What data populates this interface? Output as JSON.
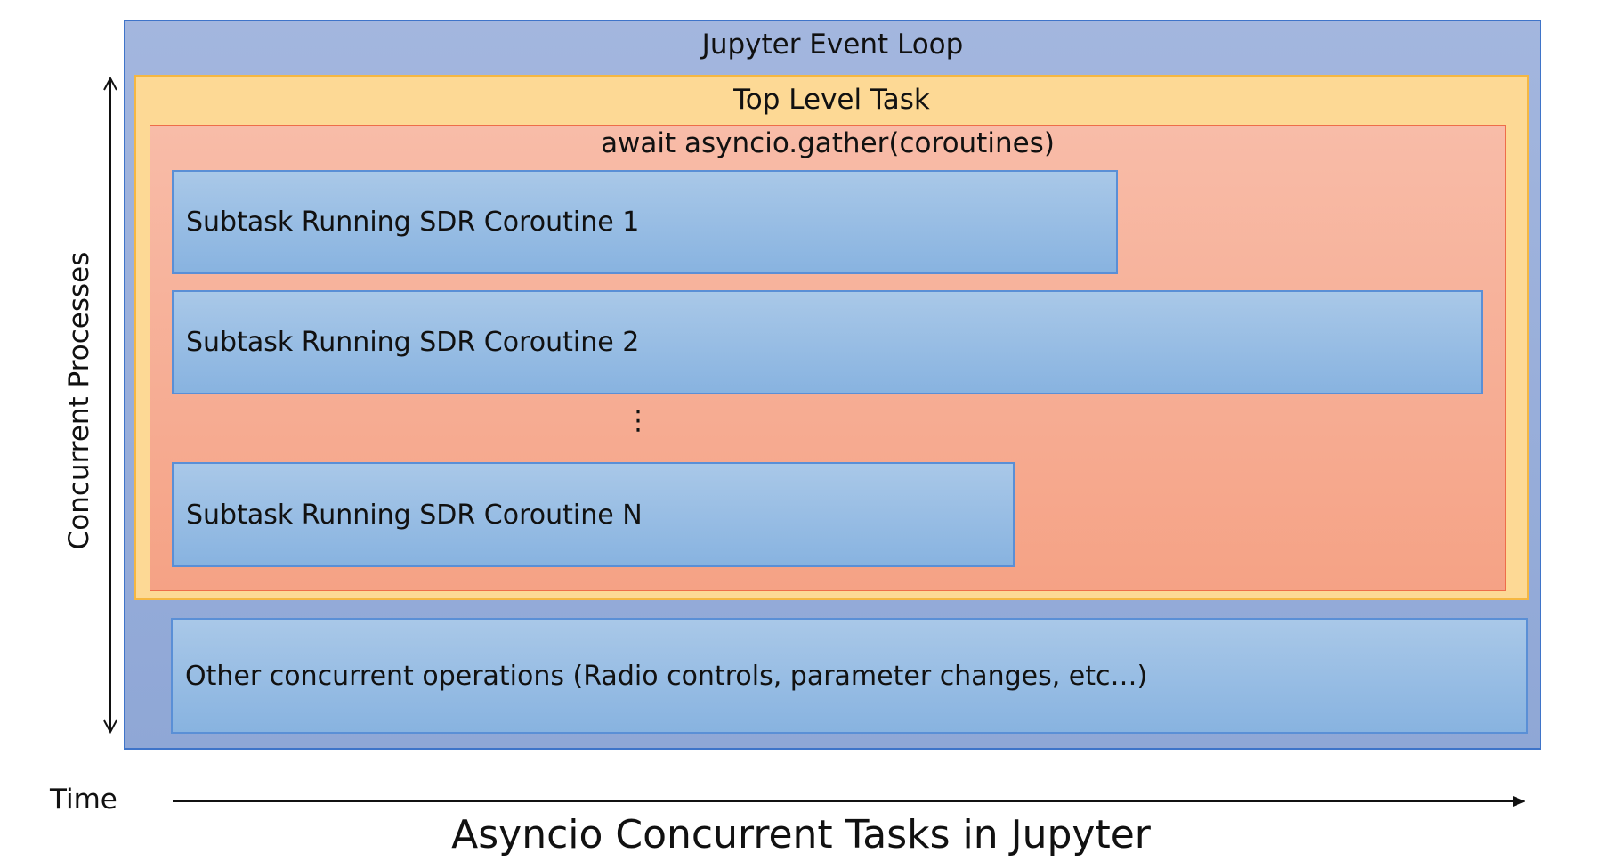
{
  "event_loop": {
    "title": "Jupyter Event Loop"
  },
  "top_level_task": {
    "title": "Top Level Task"
  },
  "gather": {
    "title": "await asyncio.gather(coroutines)"
  },
  "subtasks": [
    {
      "label": "Subtask Running SDR Coroutine 1"
    },
    {
      "label": "Subtask Running SDR Coroutine 2"
    },
    {
      "label": "Subtask Running SDR Coroutine N"
    }
  ],
  "ellipsis": "⋮",
  "other_operations": {
    "label": "Other concurrent operations (Radio controls, parameter changes, etc…)"
  },
  "axes": {
    "vertical": "Concurrent Processes",
    "horizontal": "Time"
  },
  "caption": "Asyncio Concurrent Tasks in Jupyter",
  "colors": {
    "event_loop_fill": "#9aafdc",
    "event_loop_border": "#3f74c9",
    "top_task_fill": "#fdd995",
    "top_task_border": "#f5b742",
    "gather_fill": "#f7ae94",
    "gather_border": "#ee6d4a",
    "subtask_fill": "#99bde4",
    "subtask_border": "#5a8fd6"
  }
}
